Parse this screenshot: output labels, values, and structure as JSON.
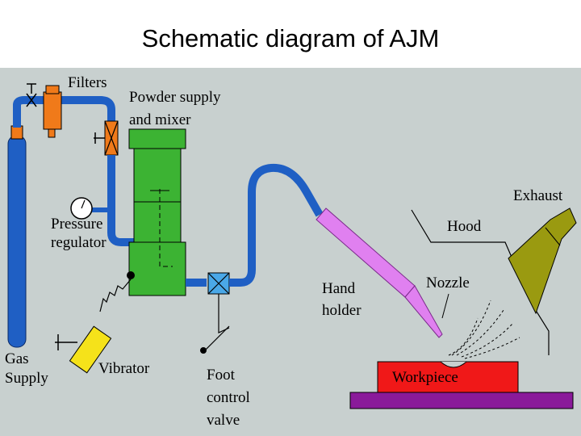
{
  "title": "Schematic  diagram  of  AJM",
  "labels": {
    "filters": "Filters",
    "powder_supply_1": "Powder supply",
    "powder_supply_2": "and mixer",
    "exhaust": "Exhaust",
    "hood": "Hood",
    "pressure_1": "Pressure",
    "pressure_2": "regulator",
    "nozzle": "Nozzle",
    "hand_1": "Hand",
    "hand_2": "holder",
    "gas_1": "Gas",
    "gas_2": "Supply",
    "vibrator": "Vibrator",
    "foot_1": "Foot",
    "foot_2": "control",
    "foot_3": "valve",
    "workpiece": "Workpiece"
  },
  "colors": {
    "background": "#c8d0cf",
    "pipe": "#1f5fc4",
    "mixer": "#3cb333",
    "filter": "#f07a1a",
    "nozzle": "#e080f0",
    "exhaust": "#9a9a10",
    "workpiece": "#f01818",
    "base": "#8a1a9a",
    "vibrator": "#f5e21a",
    "valve": "#4aa8e8"
  }
}
